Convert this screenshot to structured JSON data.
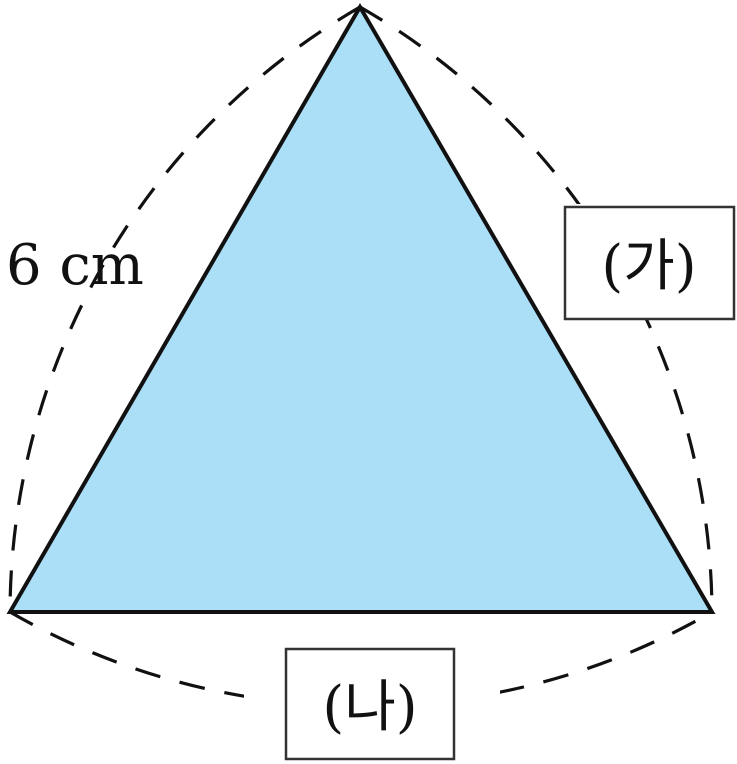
{
  "diagram": {
    "side_label": "6 cm",
    "arc_label_right": "(가)",
    "arc_label_bottom": "(나)",
    "colors": {
      "triangle_fill": "#abdff8",
      "stroke": "#111111",
      "box_stroke": "#333333",
      "background": "#ffffff"
    }
  }
}
